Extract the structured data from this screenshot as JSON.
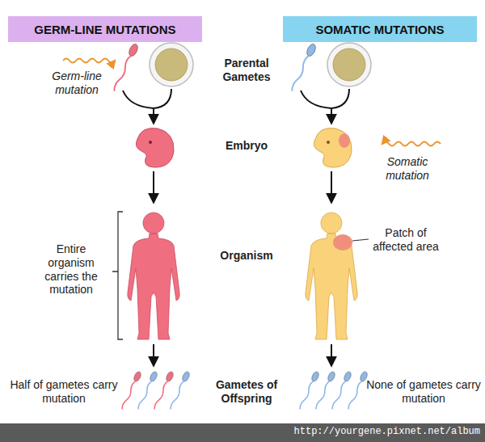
{
  "diagram": {
    "nodes": [
      {
        "text": [
          "GERM-LINE MUTATIONS"
        ]
      },
      {
        "text": [
          "SOMATIC MUTATIONS"
        ]
      }
    ],
    "labels": [
      "Parental Gametes",
      "Embryo",
      "Organism",
      "Gametes of Offspring",
      "Germ-line mutation",
      "Somatic mutation",
      "Entire organism carries the mutation",
      "Patch of affected area",
      "Half of gametes carry mutation",
      "None of gametes carry mutation",
      "http://yourgene.pixnet.net/album"
    ]
  }
}
